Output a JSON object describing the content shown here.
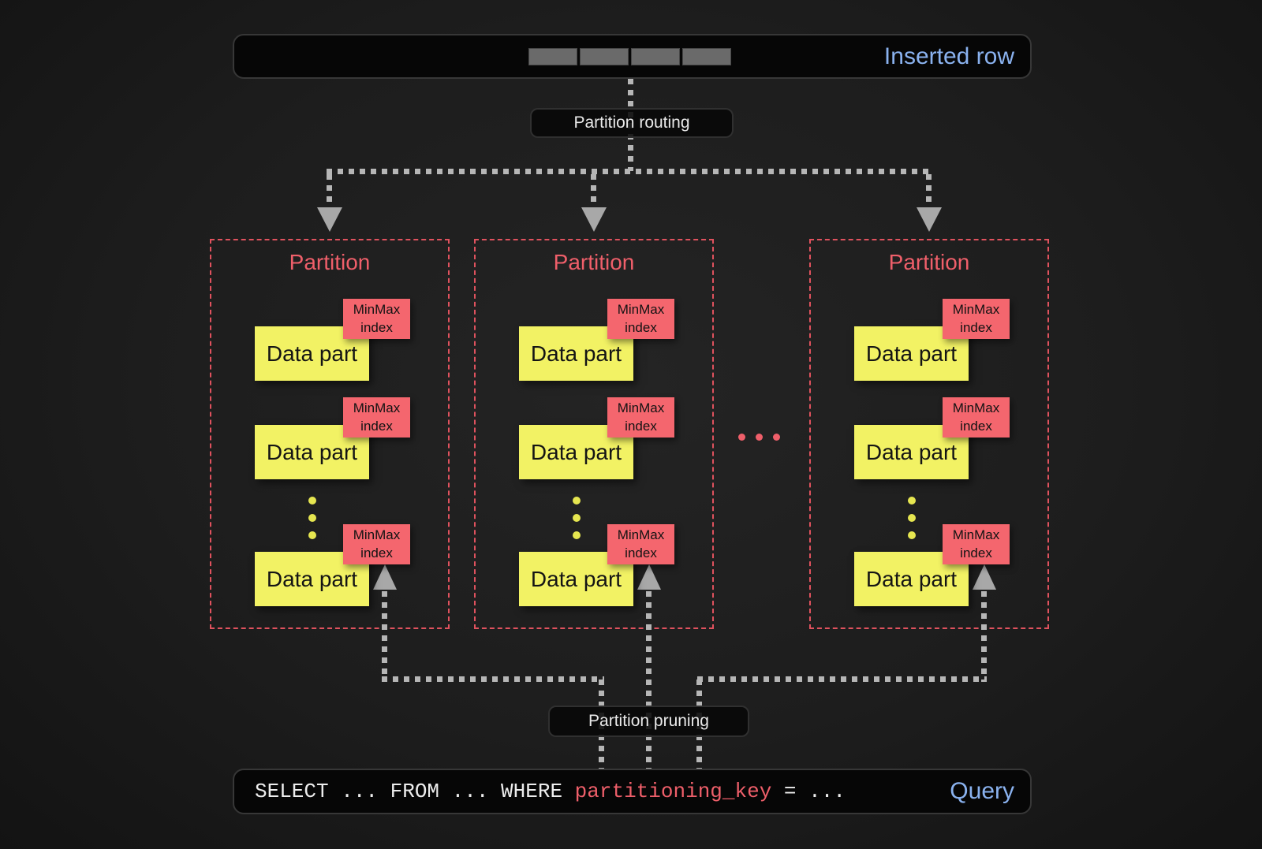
{
  "header": {
    "inserted_row_label": "Inserted row"
  },
  "connectors": {
    "routing_label": "Partition routing",
    "pruning_label": "Partition pruning"
  },
  "partitions": [
    {
      "title": "Partition",
      "data_parts": [
        {
          "label": "Data part",
          "index_label": "MinMax index"
        },
        {
          "label": "Data part",
          "index_label": "MinMax index"
        },
        {
          "label": "Data part",
          "index_label": "MinMax index"
        }
      ]
    },
    {
      "title": "Partition",
      "data_parts": [
        {
          "label": "Data part",
          "index_label": "MinMax index"
        },
        {
          "label": "Data part",
          "index_label": "MinMax index"
        },
        {
          "label": "Data part",
          "index_label": "MinMax index"
        }
      ]
    },
    {
      "title": "Partition",
      "data_parts": [
        {
          "label": "Data part",
          "index_label": "MinMax index"
        },
        {
          "label": "Data part",
          "index_label": "MinMax index"
        },
        {
          "label": "Data part",
          "index_label": "MinMax index"
        }
      ]
    }
  ],
  "query": {
    "segments": [
      {
        "text": "SELECT ... FROM ... WHERE ",
        "highlight": false
      },
      {
        "text": "partitioning_key",
        "highlight": true
      },
      {
        "text": " = ...",
        "highlight": false
      }
    ],
    "label": "Query"
  },
  "colors": {
    "accent_red": "#ef5f6a",
    "partition_border": "#e0525e",
    "index_red": "#f4666e",
    "box_yellow": "#f2f264",
    "dot_yellow": "#e6e650",
    "label_blue": "#8ab2ef",
    "connector_gray": "#b6b6b6",
    "arrow_gray": "#a8a8a8",
    "cell_gray": "#6a6a6a"
  }
}
